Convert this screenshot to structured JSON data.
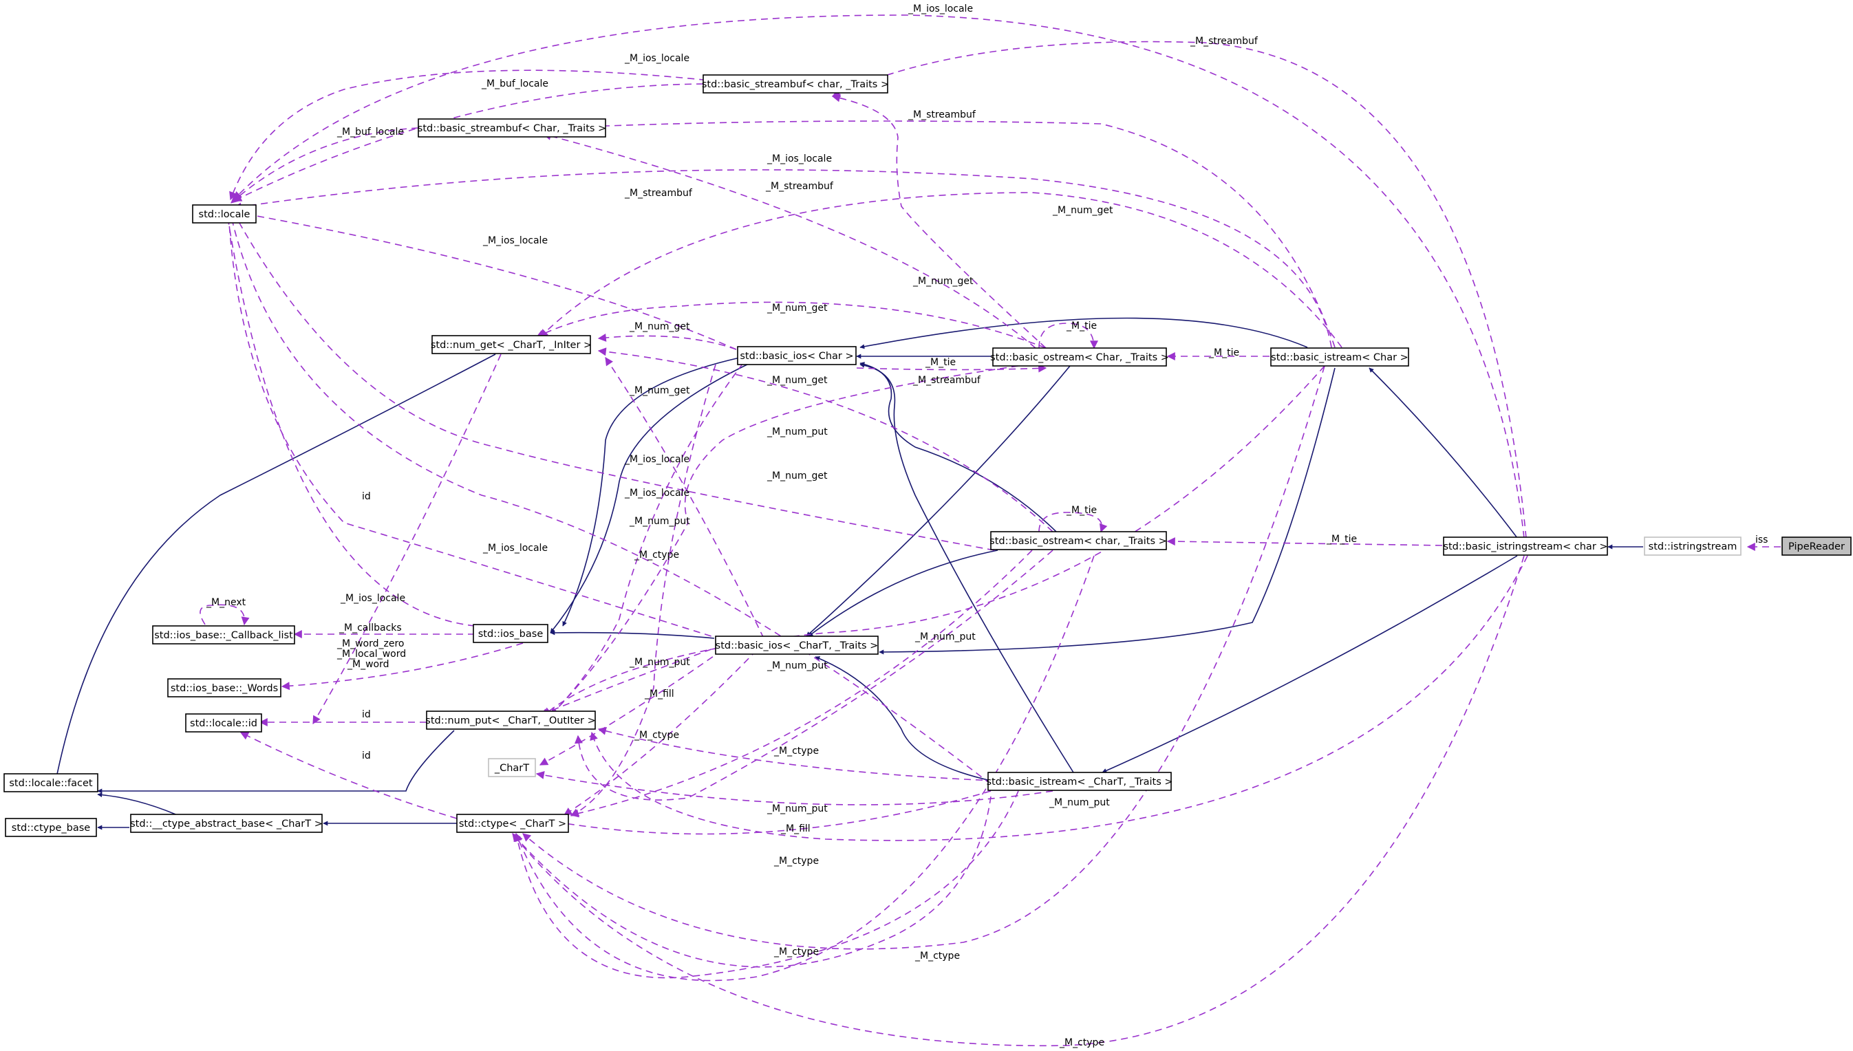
{
  "nodes": {
    "pipereader": "PipeReader",
    "istringstream": "std::istringstream",
    "basic_istringstream": "std::basic_istringstream< char >",
    "basic_istream_char": "std::basic_istream< Char >",
    "basic_ostream_Char": "std::basic_ostream< Char, _Traits >",
    "basic_ostream_char": "std::basic_ostream< char, _Traits >",
    "basic_ios_Char": "std::basic_ios< Char >",
    "basic_ios_CharT": "std::basic_ios< _CharT, _Traits >",
    "basic_istream_CharT": "std::basic_istream< _CharT, _Traits >",
    "streambuf_char": "std::basic_streambuf< char, _Traits >",
    "streambuf_Char": "std::basic_streambuf< Char, _Traits >",
    "locale": "std::locale",
    "num_get": "std::num_get< _CharT, _InIter >",
    "ios_base": "std::ios_base",
    "callback_list": "std::ios_base::_Callback_list",
    "words": "std::ios_base::_Words",
    "locale_id": "std::locale::id",
    "num_put": "std::num_put< _CharT, _OutIter >",
    "chart": "_CharT",
    "locale_facet": "std::locale::facet",
    "ctype_abstract": "std::__ctype_abstract_base< _CharT >",
    "ctype_base": "std::ctype_base",
    "ctype": "std::ctype< _CharT >"
  },
  "edge_labels": {
    "iss": "iss",
    "m_ios_locale": "_M_ios_locale",
    "m_streambuf": "_M_streambuf",
    "m_buf_locale": "_M_buf_locale",
    "m_num_get": "_M_num_get",
    "m_tie": "_M_tie",
    "m_num_put": "_M_num_put",
    "m_ctype": "_M_ctype",
    "m_fill": "_M_fill",
    "id": "id",
    "m_next": "_M_next",
    "m_callbacks": "_M_callbacks",
    "m_word_zero": "_M_word_zero",
    "m_local_word": "_M_local_word",
    "m_word": "_M_word"
  },
  "colors": {
    "inheritance_edge": "#191970",
    "usage_edge": "#9a32cd",
    "focus_node_fill": "#bfbfbf",
    "undocumented_node_border": "#bfbfbf"
  }
}
